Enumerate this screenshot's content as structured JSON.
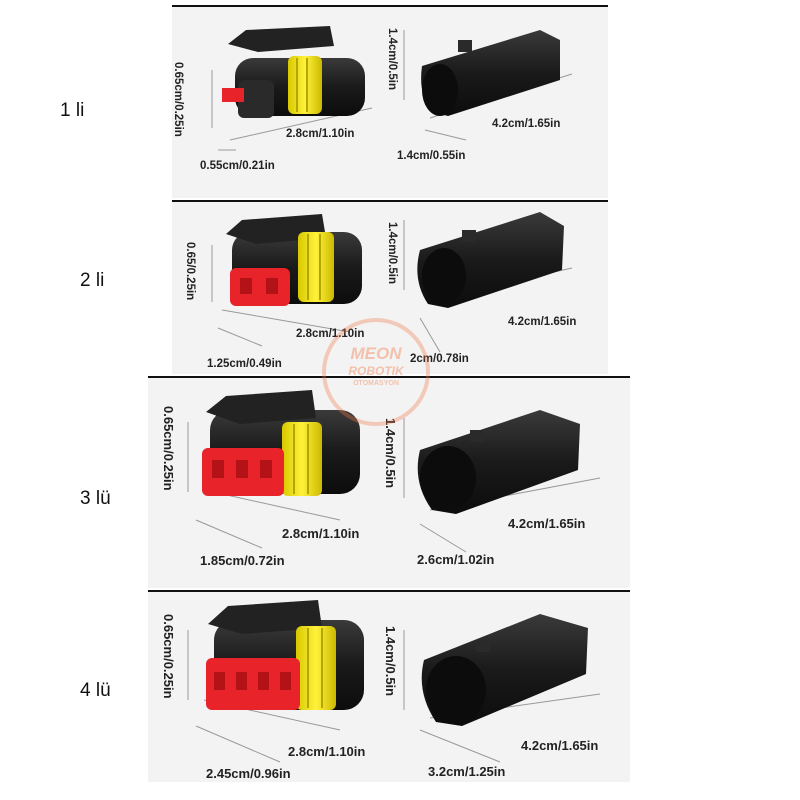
{
  "rows": [
    {
      "label": "1 li",
      "female": {
        "height": "0.65cm/0.25in",
        "length": "2.8cm/1.10in",
        "width": "0.55cm/0.21in"
      },
      "male": {
        "height": "1.4cm/0.5in",
        "length": "4.2cm/1.65in",
        "width": "1.4cm/0.55in"
      }
    },
    {
      "label": "2 li",
      "female": {
        "height": "0.65/0.25in",
        "length": "2.8cm/1.10in",
        "width": "1.25cm/0.49in"
      },
      "male": {
        "height": "1.4cm/0.5in",
        "length": "4.2cm/1.65in",
        "width": "2cm/0.78in"
      }
    },
    {
      "label": "3 lü",
      "female": {
        "height": "0.65cm/0.25in",
        "length": "2.8cm/1.10in",
        "width": "1.85cm/0.72in"
      },
      "male": {
        "height": "1.4cm/0.5in",
        "length": "4.2cm/1.65in",
        "width": "2.6cm/1.02in"
      }
    },
    {
      "label": "4 lü",
      "female": {
        "height": "0.65cm/0.25in",
        "length": "2.8cm/1.10in",
        "width": "2.45cm/0.96in"
      },
      "male": {
        "height": "1.4cm/0.5in",
        "length": "4.2cm/1.65in",
        "width": "3.2cm/1.25in"
      }
    }
  ],
  "watermark": {
    "line1": "MEON",
    "line2": "ROBOTIK",
    "line3": "OTOMASYON"
  },
  "colors": {
    "housing": "#1c1c1c",
    "seal": "#f2e600",
    "terminal": "#e8232a",
    "panel": "#f3f3f3"
  }
}
